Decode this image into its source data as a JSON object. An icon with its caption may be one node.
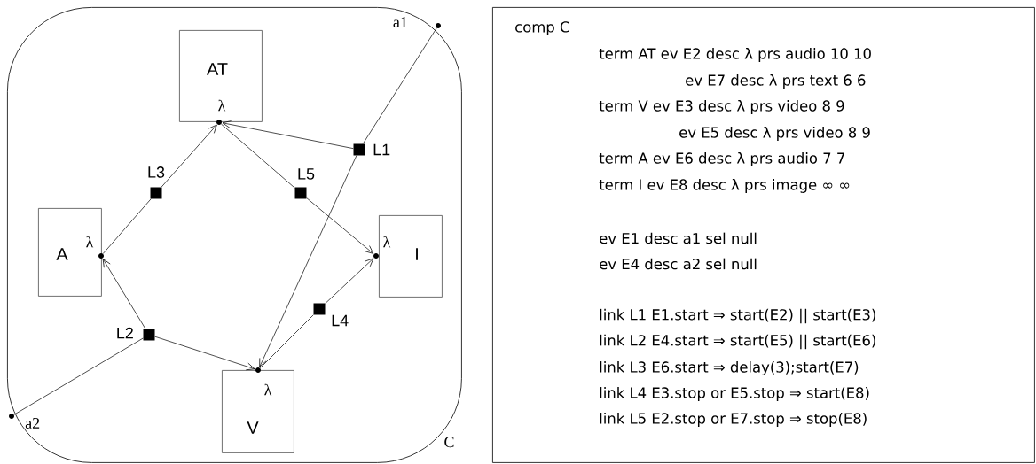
{
  "diagram": {
    "nodes": [
      {
        "text": [
          "C"
        ]
      },
      {
        "text": [
          "AT"
        ],
        "in": 0
      },
      {
        "text": [
          "A"
        ],
        "in": 0
      },
      {
        "text": [
          "I"
        ],
        "in": 0
      },
      {
        "text": [
          "V"
        ],
        "in": 0
      },
      {
        "text": [
          "λ"
        ],
        "in": 0
      },
      {
        "text": [
          "λ"
        ],
        "in": 0
      },
      {
        "text": [
          "λ"
        ],
        "in": 0
      },
      {
        "text": [
          "λ"
        ],
        "in": 0
      },
      {
        "text": [
          "a1"
        ]
      },
      {
        "text": [
          "a2"
        ]
      },
      {
        "text": [
          "L1"
        ],
        "in": 0
      },
      {
        "text": [
          "L2"
        ],
        "in": 0
      },
      {
        "text": [
          "L3"
        ],
        "in": 0
      },
      {
        "text": [
          "L4"
        ],
        "in": 0
      },
      {
        "text": [
          "L5"
        ],
        "in": 0
      },
      {
        "text": [
          "comp C",
          "term AT ev E2 desc λ prs audio 10 10",
          "ev E7 desc λ prs text 6 6",
          "term V ev E3 desc λ prs video 8 9",
          "ev E5 desc λ prs video 8 9",
          "term A ev E6 desc λ prs audio 7 7",
          "term I ev E8 desc λ prs image ∞ ∞",
          "ev E1 desc a1 sel null",
          "ev E4 desc a2 sel null",
          "link L1 E1.start ⇒ start(E2) || start(E3)",
          "link L2 E4.start ⇒ start(E5) || start(E6)",
          "link L3 E6.start ⇒ delay(3);start(E7)",
          "link L4 E3.stop or E5.stop ⇒ start(E8)",
          "link L5 E2.stop or E7.stop ⇒ stop(E8)"
        ]
      }
    ],
    "edges": [
      {
        "from": 9,
        "to": 11,
        "arrow": "none"
      },
      {
        "from": 11,
        "to": 5,
        "arrow": "to"
      },
      {
        "from": 11,
        "to": 8,
        "arrow": "to"
      },
      {
        "from": 10,
        "to": 12,
        "arrow": "none"
      },
      {
        "from": 12,
        "to": 6,
        "arrow": "to"
      },
      {
        "from": 12,
        "to": 8,
        "arrow": "to"
      },
      {
        "from": 6,
        "to": 13,
        "arrow": "none"
      },
      {
        "from": 13,
        "to": 5,
        "arrow": "to"
      },
      {
        "from": 8,
        "to": 14,
        "arrow": "none"
      },
      {
        "from": 14,
        "to": 7,
        "arrow": "to"
      },
      {
        "from": 5,
        "to": 15,
        "arrow": "none"
      },
      {
        "from": 15,
        "to": 7,
        "arrow": "to"
      }
    ]
  }
}
